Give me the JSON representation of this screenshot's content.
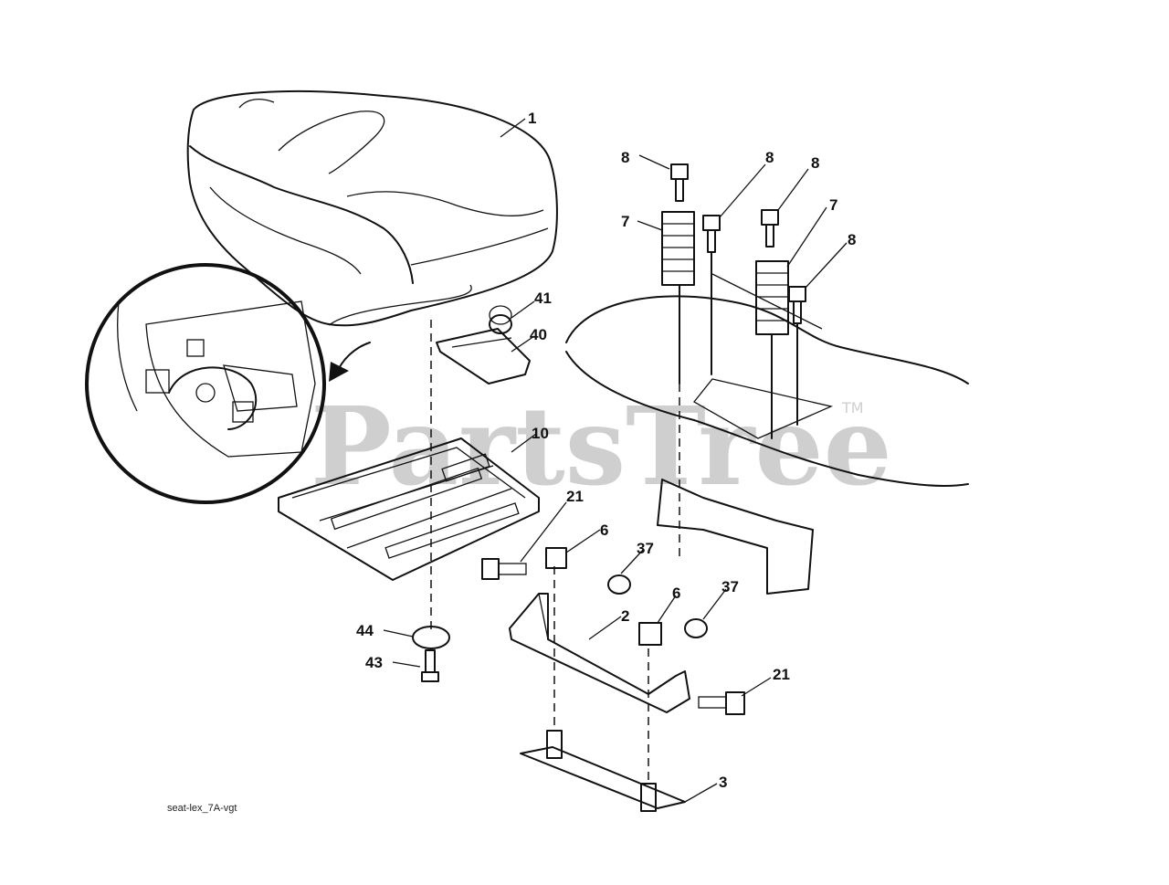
{
  "watermark": {
    "text": "PartsTree",
    "trademark": "TM"
  },
  "caption": "seat-lex_7A-vgt",
  "callouts": {
    "seat": "1",
    "mount_bracket": "2",
    "bumper_plate": "3",
    "nut_left": "6",
    "nut_right": "6",
    "spring_left": "7",
    "spring_right": "7",
    "bolt_1": "8",
    "bolt_2": "8",
    "bolt_3": "8",
    "bolt_4": "8",
    "seat_pan": "10",
    "shoulder_bolt_left": "21",
    "shoulder_bolt_right": "21",
    "locknut_left": "37",
    "locknut_right": "37",
    "switch_plate": "40",
    "spring_clip": "41",
    "screw": "43",
    "washer": "44"
  }
}
